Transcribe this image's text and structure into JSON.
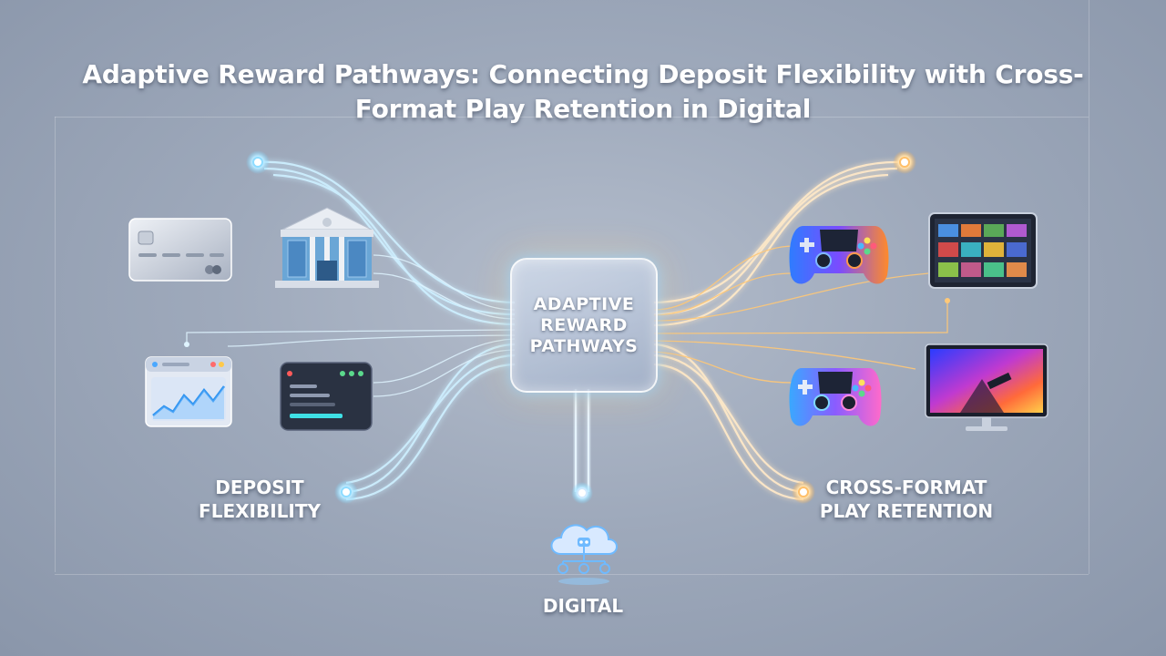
{
  "title": "Adaptive Reward Pathways: Connecting Deposit Flexibility with Cross-Format Play Retention in Digital",
  "hub": {
    "label": "ADAPTIVE\nREWARD\nPATHWAYS"
  },
  "left": {
    "label": "DEPOSIT\nFLEXIBILITY"
  },
  "right": {
    "label": "CROSS-FORMAT\nPLAY RETENTION"
  },
  "bottom": {
    "label": "DIGITAL"
  },
  "icons": [
    "credit-card-icon",
    "bank-icon",
    "analytics-dashboard-icon",
    "terminal-window-icon",
    "gamepad-icon",
    "tablet-game-library-icon",
    "gamepad-icon",
    "monitor-game-icon",
    "cloud-network-icon"
  ],
  "colors": {
    "cyan": "#7fd8ff",
    "orange": "#ffc06a",
    "white": "#ffffff"
  }
}
